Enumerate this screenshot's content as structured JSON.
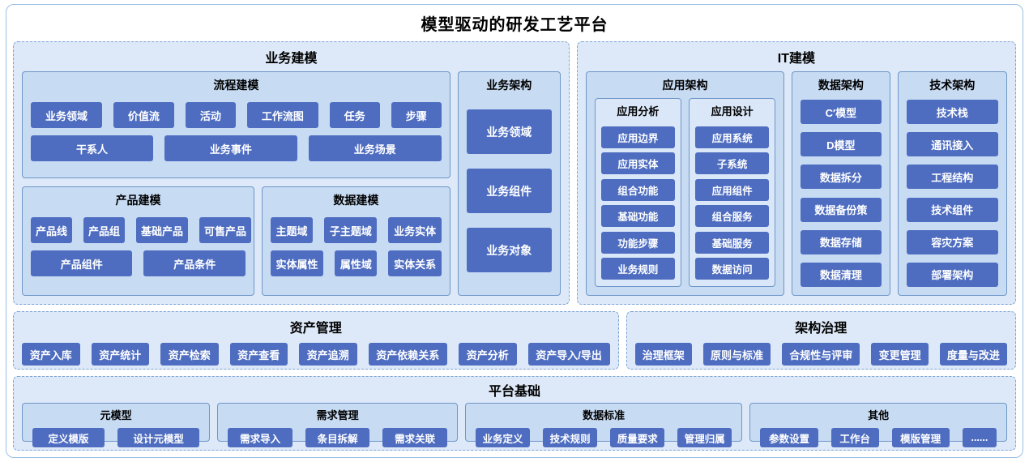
{
  "title": "模型驱动的研发工艺平台",
  "business_modeling": {
    "title": "业务建模",
    "process_modeling": {
      "title": "流程建模",
      "rows": [
        [
          "业务领域",
          "价值流",
          "活动",
          "工作流图",
          "任务",
          "步骤"
        ],
        [
          "干系人",
          "业务事件",
          "业务场景"
        ]
      ]
    },
    "product_modeling": {
      "title": "产品建模",
      "rows": [
        [
          "产品线",
          "产品组",
          "基础产品",
          "可售产品"
        ],
        [
          "产品组件",
          "产品条件"
        ]
      ]
    },
    "data_modeling": {
      "title": "数据建模",
      "rows": [
        [
          "主题域",
          "子主题域",
          "业务实体"
        ],
        [
          "实体属性",
          "属性域",
          "实体关系"
        ]
      ]
    },
    "business_architecture": {
      "title": "业务架构",
      "items": [
        "业务领域",
        "业务组件",
        "业务对象"
      ]
    }
  },
  "it_modeling": {
    "title": "IT建模",
    "application_architecture": {
      "title": "应用架构",
      "columns": [
        {
          "title": "应用分析",
          "items": [
            "应用边界",
            "应用实体",
            "组合功能",
            "基础功能",
            "功能步骤",
            "业务规则"
          ]
        },
        {
          "title": "应用设计",
          "items": [
            "应用系统",
            "子系统",
            "应用组件",
            "组合服务",
            "基础服务",
            "数据访问"
          ]
        }
      ]
    },
    "data_architecture": {
      "title": "数据架构",
      "items": [
        "C′模型",
        "D模型",
        "数据拆分",
        "数据备份策",
        "数据存储",
        "数据清理"
      ]
    },
    "tech_architecture": {
      "title": "技术架构",
      "items": [
        "技术栈",
        "通讯接入",
        "工程结构",
        "技术组件",
        "容灾方案",
        "部署架构"
      ]
    }
  },
  "asset_management": {
    "title": "资产管理",
    "items": [
      "资产入库",
      "资产统计",
      "资产检索",
      "资产查看",
      "资产追溯",
      "资产依赖关系",
      "资产分析",
      "资产导入/导出"
    ]
  },
  "architecture_governance": {
    "title": "架构治理",
    "items": [
      "治理框架",
      "原则与标准",
      "合规性与评审",
      "变更管理",
      "度量与改进"
    ]
  },
  "platform_foundation": {
    "title": "平台基础",
    "meta_model": {
      "title": "元模型",
      "items": [
        "定义模版",
        "设计元模型"
      ]
    },
    "requirement_management": {
      "title": "需求管理",
      "items": [
        "需求导入",
        "条目拆解",
        "需求关联"
      ]
    },
    "data_standard": {
      "title": "数据标准",
      "items": [
        "业务定义",
        "技术规则",
        "质量要求",
        "管理归属"
      ]
    },
    "others": {
      "title": "其他",
      "items": [
        "参数设置",
        "工作台",
        "模版管理",
        "......"
      ]
    }
  }
}
